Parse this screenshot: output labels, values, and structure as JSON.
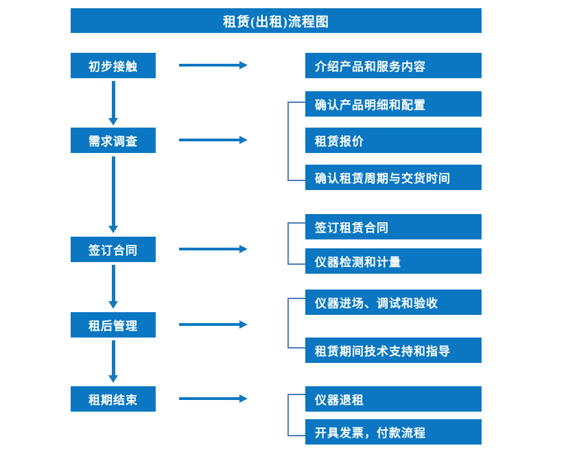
{
  "diagram": {
    "title": "租赁(出租)流程图",
    "colors": {
      "box_fill": "#0b77c2",
      "box_text": "#ffffff",
      "arrow": "#0b77c2",
      "vertical_arrow": "#1579c0",
      "bracket": "#4a7ebb",
      "background": "#ffffff"
    },
    "stages": [
      {
        "label": "初步接触"
      },
      {
        "label": "需求调查"
      },
      {
        "label": "签订合同"
      },
      {
        "label": "租后管理"
      },
      {
        "label": "租期结束"
      }
    ],
    "tasks": [
      {
        "label": "介绍产品和服务内容"
      },
      {
        "label": "确认产品明细和配置"
      },
      {
        "label": "租赁报价"
      },
      {
        "label": "确认租赁周期与交货时间"
      },
      {
        "label": "签订租赁合同"
      },
      {
        "label": "仪器检测和计量"
      },
      {
        "label": "仪器进场、调试和验收"
      },
      {
        "label": "租赁期间技术支持和指导"
      },
      {
        "label": "仪器退租"
      },
      {
        "label": "开具发票，付款流程"
      }
    ],
    "connectors": {
      "horizontal_arrow_count": 5,
      "vertical_arrow_count": 4,
      "bracket_count": 4
    }
  }
}
